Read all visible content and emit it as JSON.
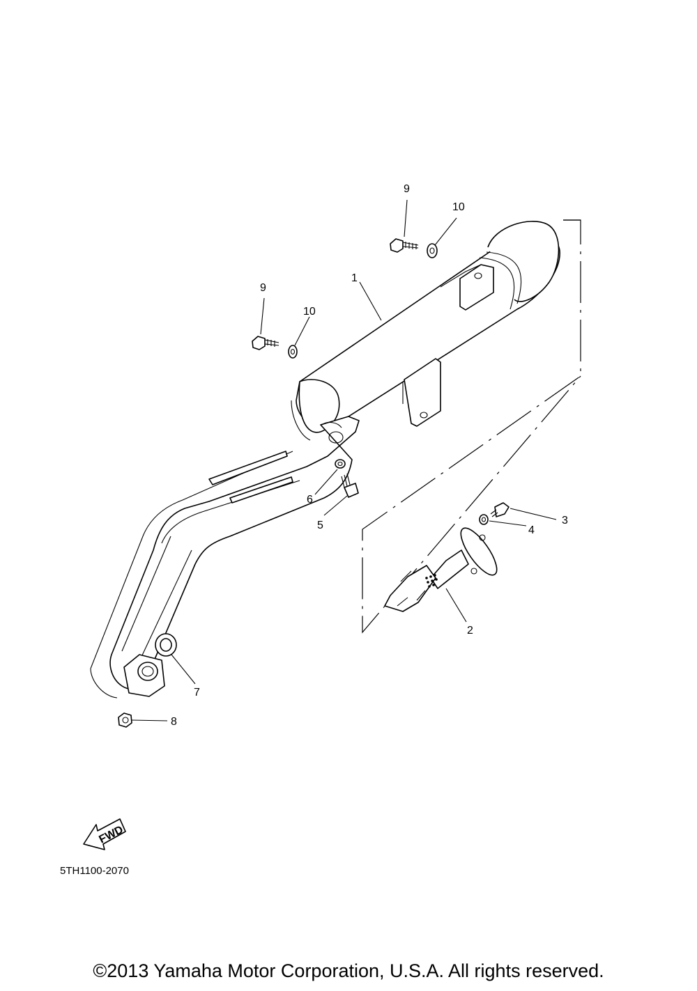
{
  "diagram": {
    "drawing_code": "5TH1100-2070",
    "fwd_label": "FWD",
    "callouts": {
      "p1": "1",
      "p2": "2",
      "p3": "3",
      "p4": "4",
      "p5": "5",
      "p6": "6",
      "p7": "7",
      "p8": "8",
      "p9a": "9",
      "p9b": "9",
      "p10a": "10",
      "p10b": "10"
    }
  },
  "footer": {
    "copyright": "©2013 Yamaha Motor Corporation, U.S.A. All rights reserved."
  }
}
